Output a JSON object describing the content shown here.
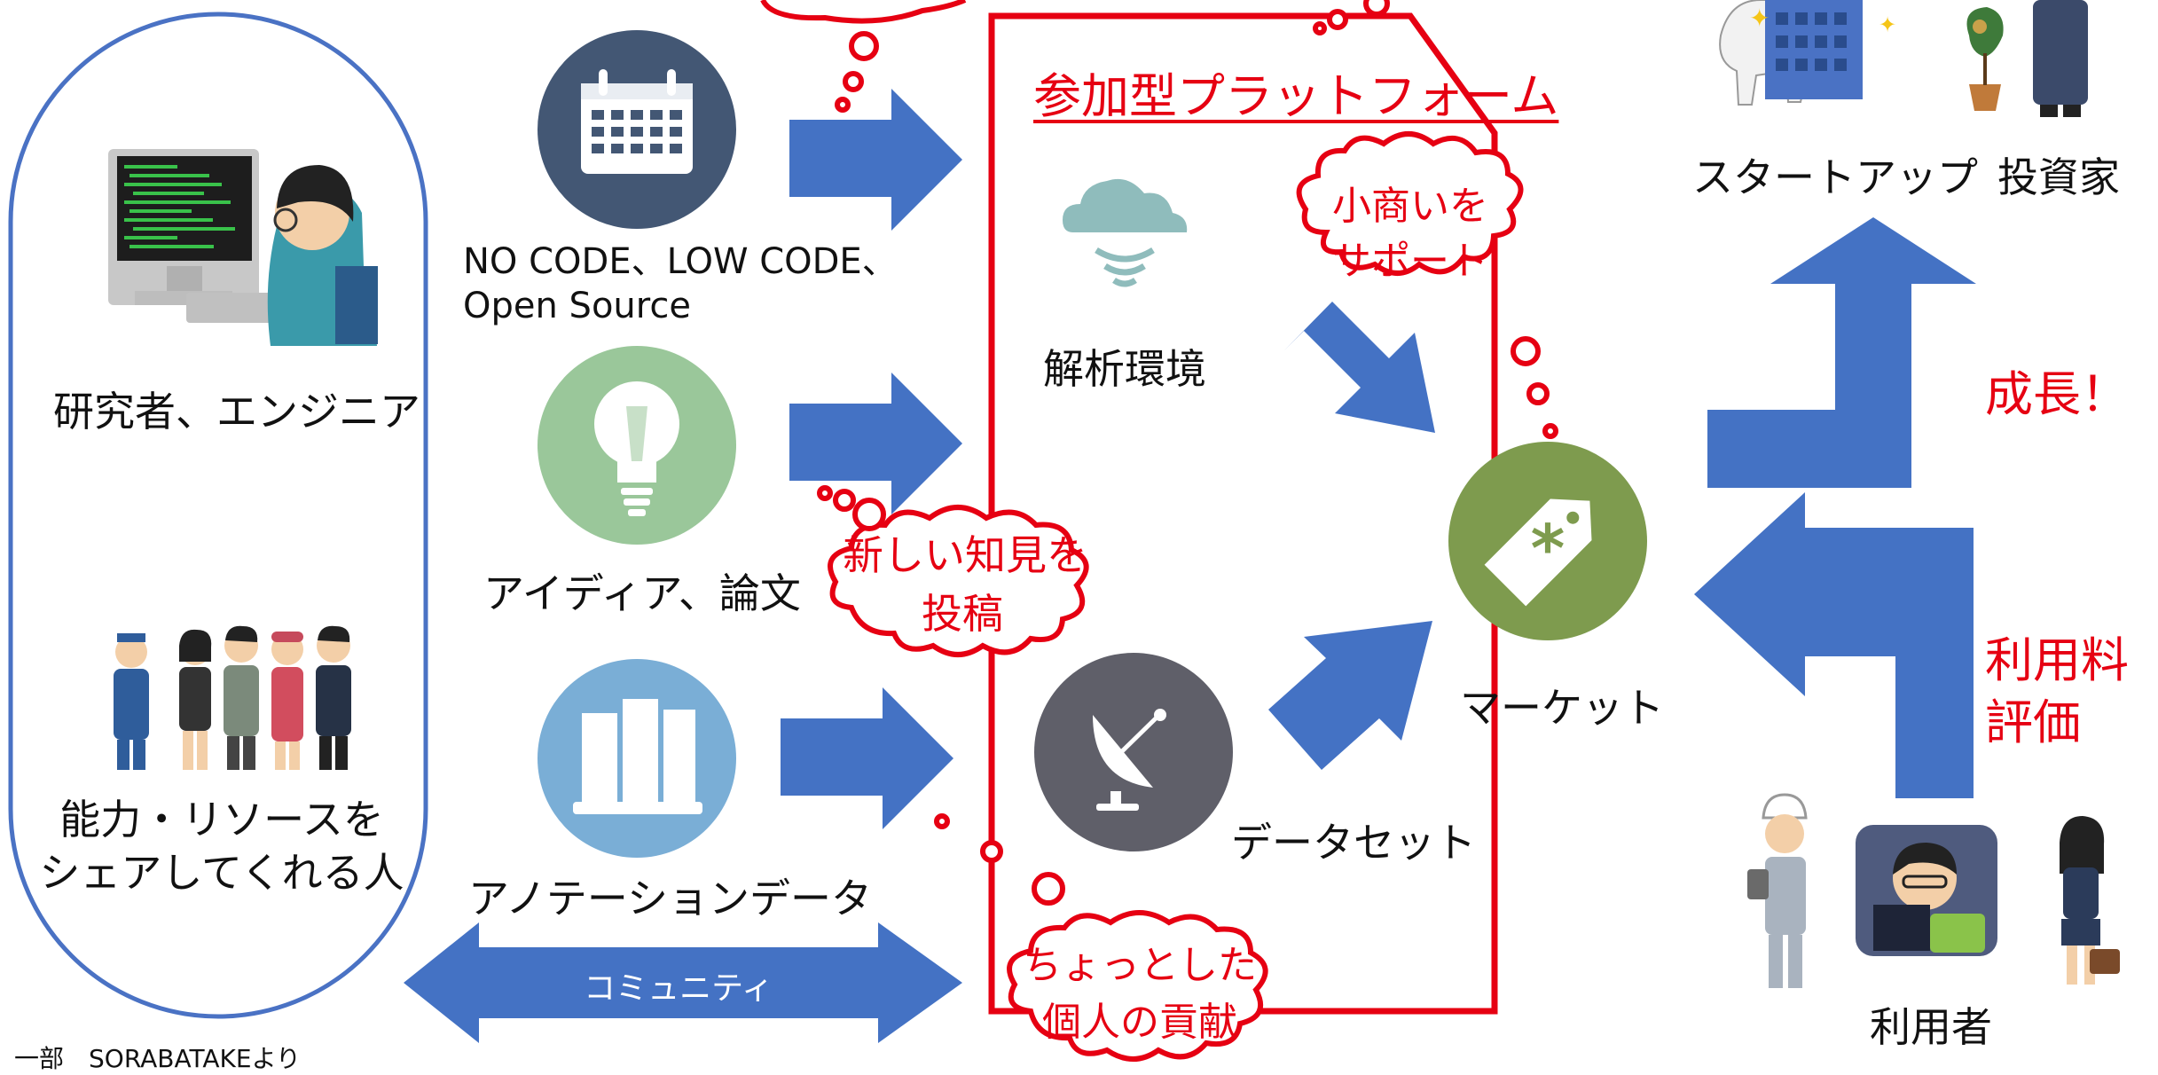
{
  "left_group": {
    "researchers_label": "研究者、エンジニア",
    "sharers_label_1": "能力・リソースを",
    "sharers_label_2": "シェアしてくれる人"
  },
  "inputs": {
    "nocode_label_1": "NO CODE、LOW CODE、",
    "nocode_label_2": "Open Source",
    "idea_label": "アイディア、論文",
    "annotation_label": "アノテーションデータ"
  },
  "platform": {
    "title": "参加型プラットフォーム",
    "analysis_label": "解析環境",
    "market_label": "マーケット",
    "dataset_label": "データセット"
  },
  "bubbles": {
    "support_line1": "小商いを",
    "support_line2": "サポート",
    "knowledge_line1": "新しい知見を",
    "knowledge_line2": "投稿",
    "contribution_line1": "ちょっとした",
    "contribution_line2": "個人の貢献"
  },
  "right_group": {
    "startup_label": "スタートアップ",
    "investor_label": "投資家",
    "growth_label": "成長！",
    "fee_line1": "利用料",
    "fee_line2": "評価",
    "user_label": "利用者"
  },
  "community_label": "コミュニティ",
  "credit": "一部　SORABATAKEより",
  "colors": {
    "accent_red": "#e60012",
    "arrow_blue": "#4472c4",
    "frame_blue": "#4a72c4"
  }
}
